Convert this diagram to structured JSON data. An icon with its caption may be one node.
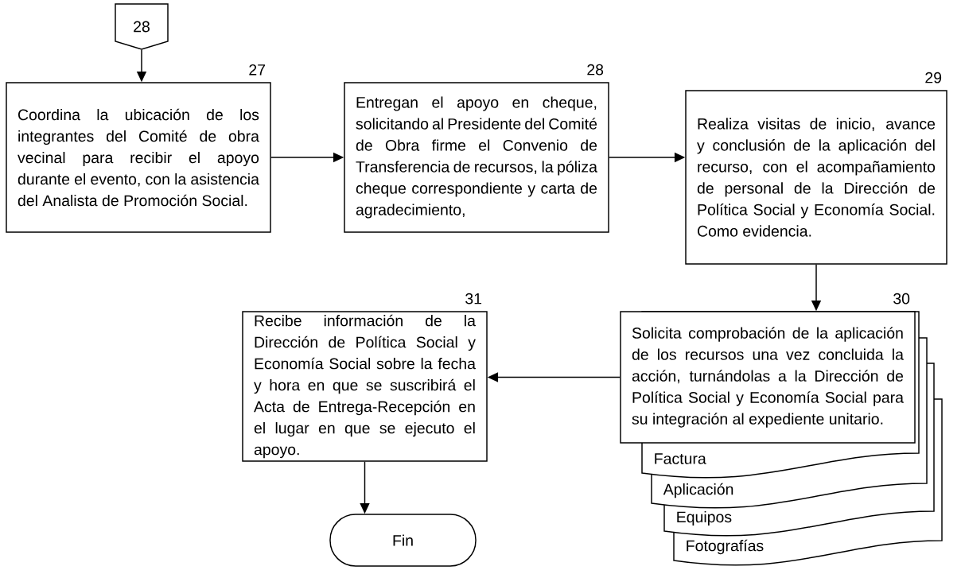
{
  "diagram": {
    "nodes": [
      {
        "text": [
          "28"
        ]
      },
      {
        "text": [
          "Coordina la ubicación de los integrantes del Comité de obra vecinal para recibir el apoyo durante el evento, con la asistencia del Analista de Promoción Social."
        ],
        "beside": [
          "27"
        ]
      },
      {
        "text": [
          "Entregan el apoyo en cheque, solicitando al Presidente del Comité de Obra firme el Convenio de Transferencia de recursos, la póliza cheque correspondiente y carta de agradecimiento,"
        ],
        "beside": [
          "28"
        ]
      },
      {
        "text": [
          "Realiza visitas de inicio, avance y conclusión de la aplicación del recurso, con el acompañamiento de personal de la Dirección de Política Social y Economía Social. Como evidencia."
        ],
        "beside": [
          "29"
        ]
      },
      {
        "text": [
          "Solicita comprobación de la aplicación de los recursos una vez concluida la acción, turnándolas a la Dirección de Política Social y Economía Social para su integración al expediente unitario."
        ],
        "beside": [
          "30"
        ]
      },
      {
        "text": [
          "Factura"
        ]
      },
      {
        "text": [
          "Aplicación"
        ]
      },
      {
        "text": [
          "Equipos"
        ]
      },
      {
        "text": [
          "Fotografías"
        ]
      },
      {
        "text": [
          "Recibe información de la Dirección de Política Social y Economía Social sobre la fecha y hora en que se suscribirá el Acta de Entrega-Recepción en el lugar en que se ejecuto el apoyo."
        ],
        "beside": [
          "31"
        ]
      },
      {
        "text": [
          "Fin"
        ]
      }
    ],
    "edges": [
      {
        "from": 0,
        "to": 1,
        "arrow": "to"
      },
      {
        "from": 1,
        "to": 2,
        "arrow": "to"
      },
      {
        "from": 2,
        "to": 3,
        "arrow": "to"
      },
      {
        "from": 3,
        "to": 4,
        "arrow": "to"
      },
      {
        "from": 4,
        "to": 9,
        "arrow": "to"
      },
      {
        "from": 9,
        "to": 10,
        "arrow": "to"
      }
    ]
  }
}
